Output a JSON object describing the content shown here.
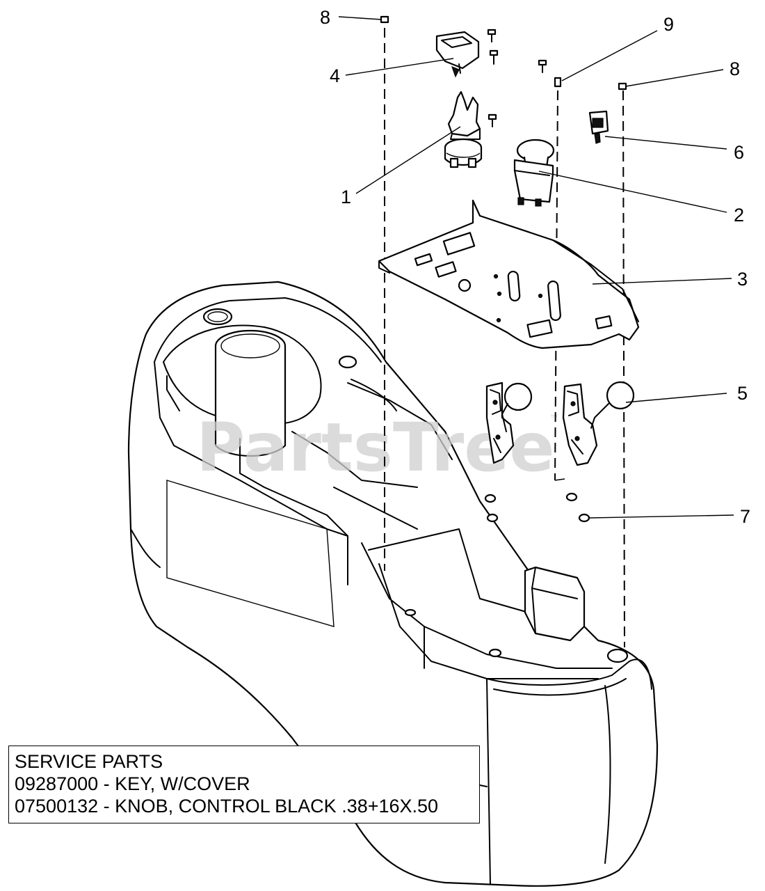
{
  "watermark": {
    "text": "PartsTree",
    "tm": "™"
  },
  "callouts": [
    {
      "id": "8",
      "label": "8"
    },
    {
      "id": "9",
      "label": "9"
    },
    {
      "id": "4",
      "label": "4"
    },
    {
      "id": "8b",
      "label": "8"
    },
    {
      "id": "6",
      "label": "6"
    },
    {
      "id": "1",
      "label": "1"
    },
    {
      "id": "2",
      "label": "2"
    },
    {
      "id": "3",
      "label": "3"
    },
    {
      "id": "5",
      "label": "5"
    },
    {
      "id": "7",
      "label": "7"
    }
  ],
  "service_parts": {
    "title": "SERVICE PARTS",
    "lines": [
      "09287000 - KEY, W/COVER",
      "07500132 - KNOB, CONTROL BLACK .38+16X.50"
    ]
  }
}
